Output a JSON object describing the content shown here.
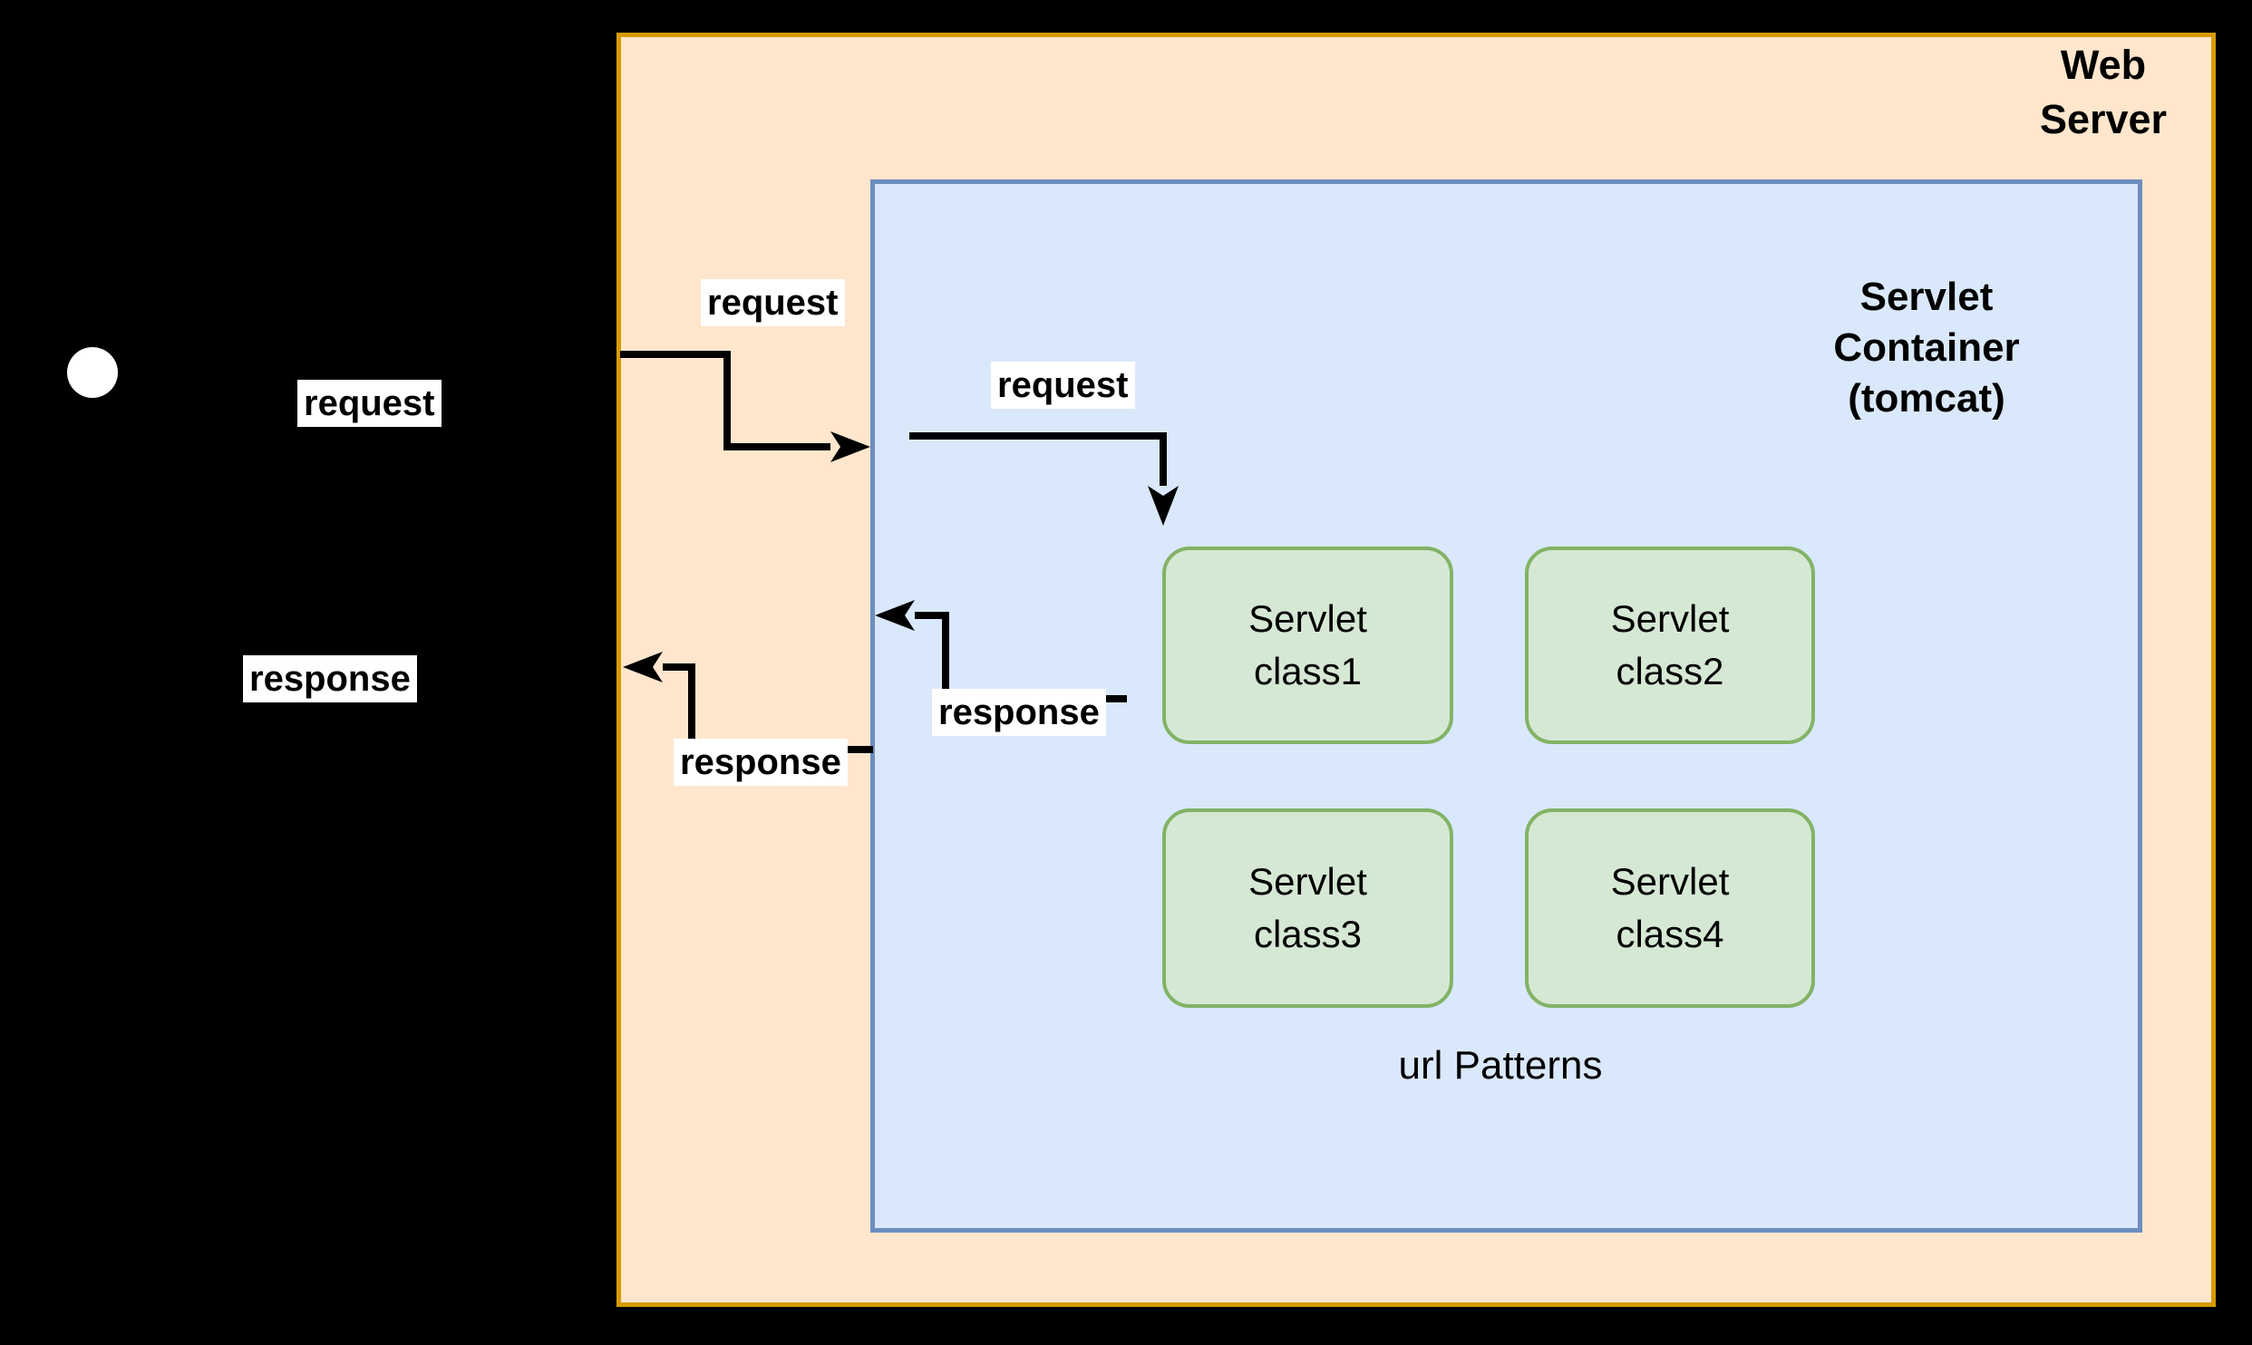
{
  "diagram": {
    "client": {
      "icon": "white-circle"
    },
    "web_server": {
      "title": "Web\nServer"
    },
    "servlet_container": {
      "title": "Servlet\nContainer\n(tomcat)",
      "caption": "url Patterns"
    },
    "servlets": [
      {
        "name": "Servlet\nclass1"
      },
      {
        "name": "Servlet\nclass2"
      },
      {
        "name": "Servlet\nclass3"
      },
      {
        "name": "Servlet\nclass4"
      }
    ],
    "edge_labels": {
      "request_client": "request",
      "request_webserver": "request",
      "request_container": "request",
      "response_container": "response",
      "response_webserver": "response",
      "response_client": "response"
    },
    "colors": {
      "background": "#000000",
      "web_server_fill": "#ffe6cc",
      "web_server_border": "#d79b00",
      "container_fill": "#dae8fc",
      "container_border": "#6c8ebf",
      "servlet_fill": "#d5e8d4",
      "servlet_border": "#82b366",
      "arrow": "#000000",
      "label_bg": "#ffffff",
      "text": "#000000"
    }
  }
}
